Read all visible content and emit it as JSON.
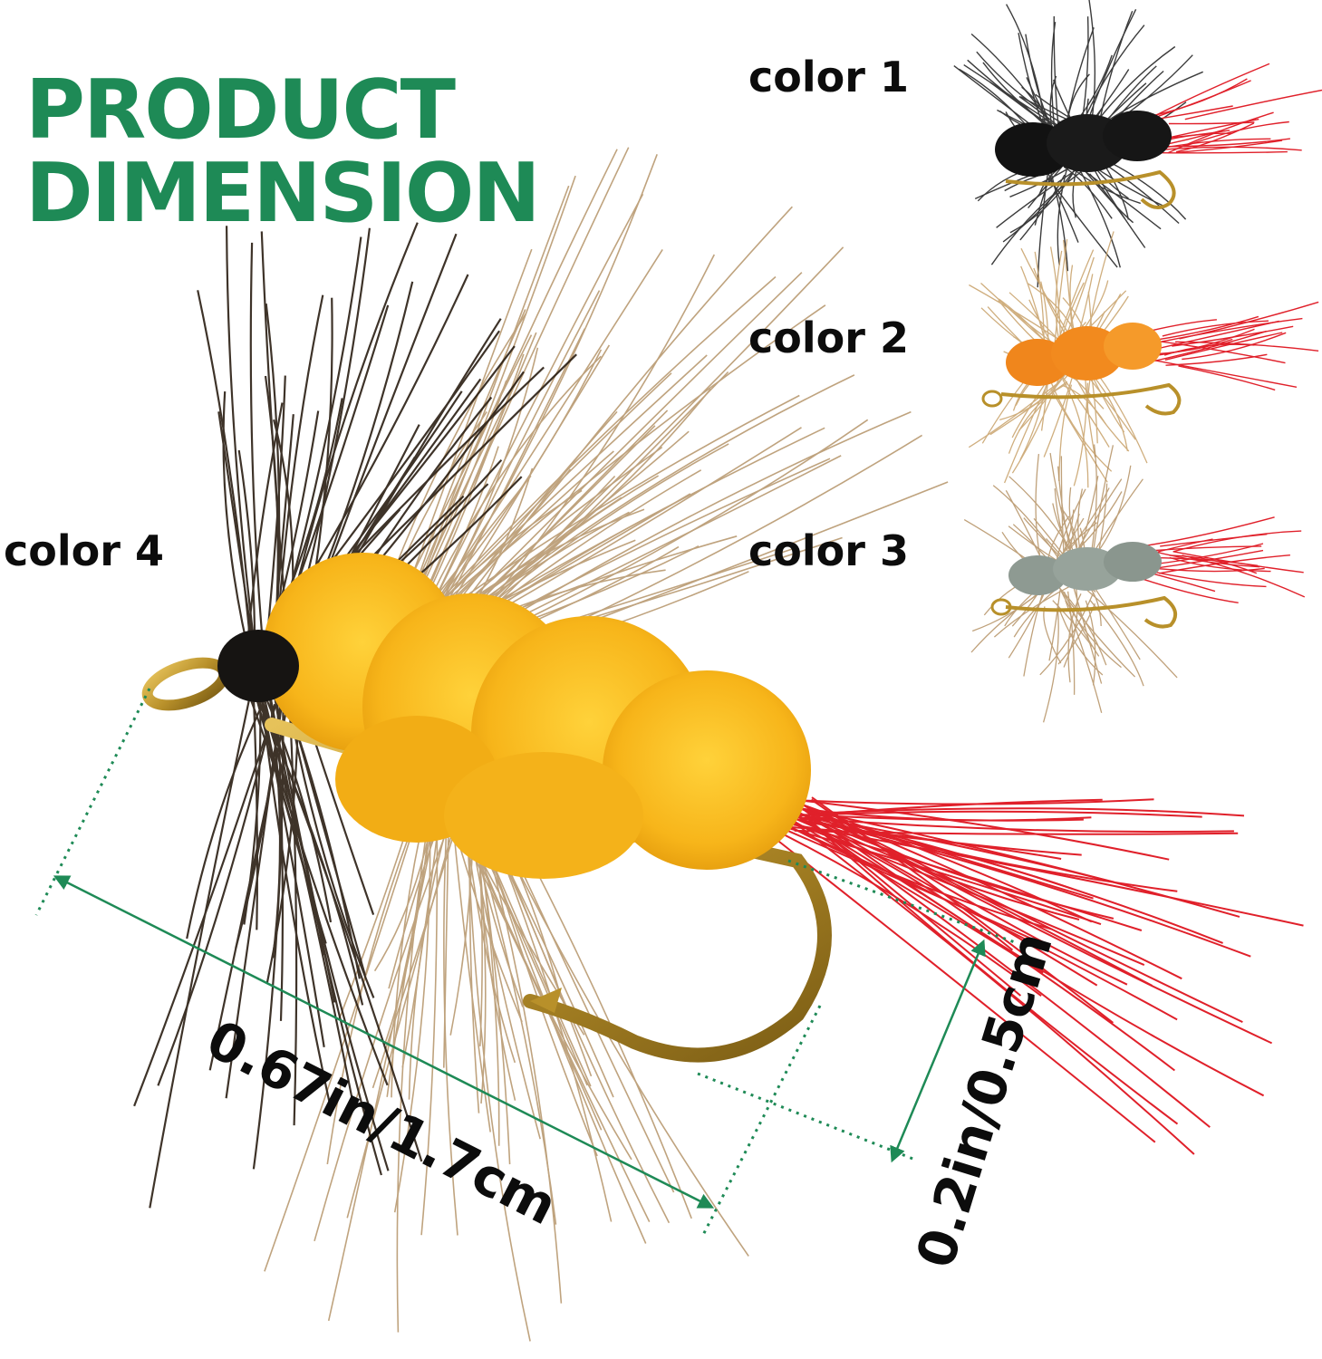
{
  "title": {
    "line1": "PRODUCT",
    "line2": "DIMENSION"
  },
  "variants": [
    {
      "label": "color 1",
      "body_color": "#141414",
      "hackle_color": "#2a2a2a"
    },
    {
      "label": "color 2",
      "body_color": "#f28a1e",
      "hackle_color": "#c49a5e"
    },
    {
      "label": "color 3",
      "body_color": "#8e9a92",
      "hackle_color": "#b08a5a"
    },
    {
      "label": "color 4",
      "body_color": "#f7b51a",
      "hackle_color": "#b49368"
    }
  ],
  "dimensions": {
    "length": "0.67in/1.7cm",
    "width": "0.2in/0.5cm"
  },
  "colors": {
    "title": "#1e8a56",
    "measure_line": "#1e8a56",
    "tail": "#e0202a",
    "hook": "#b8902a"
  }
}
